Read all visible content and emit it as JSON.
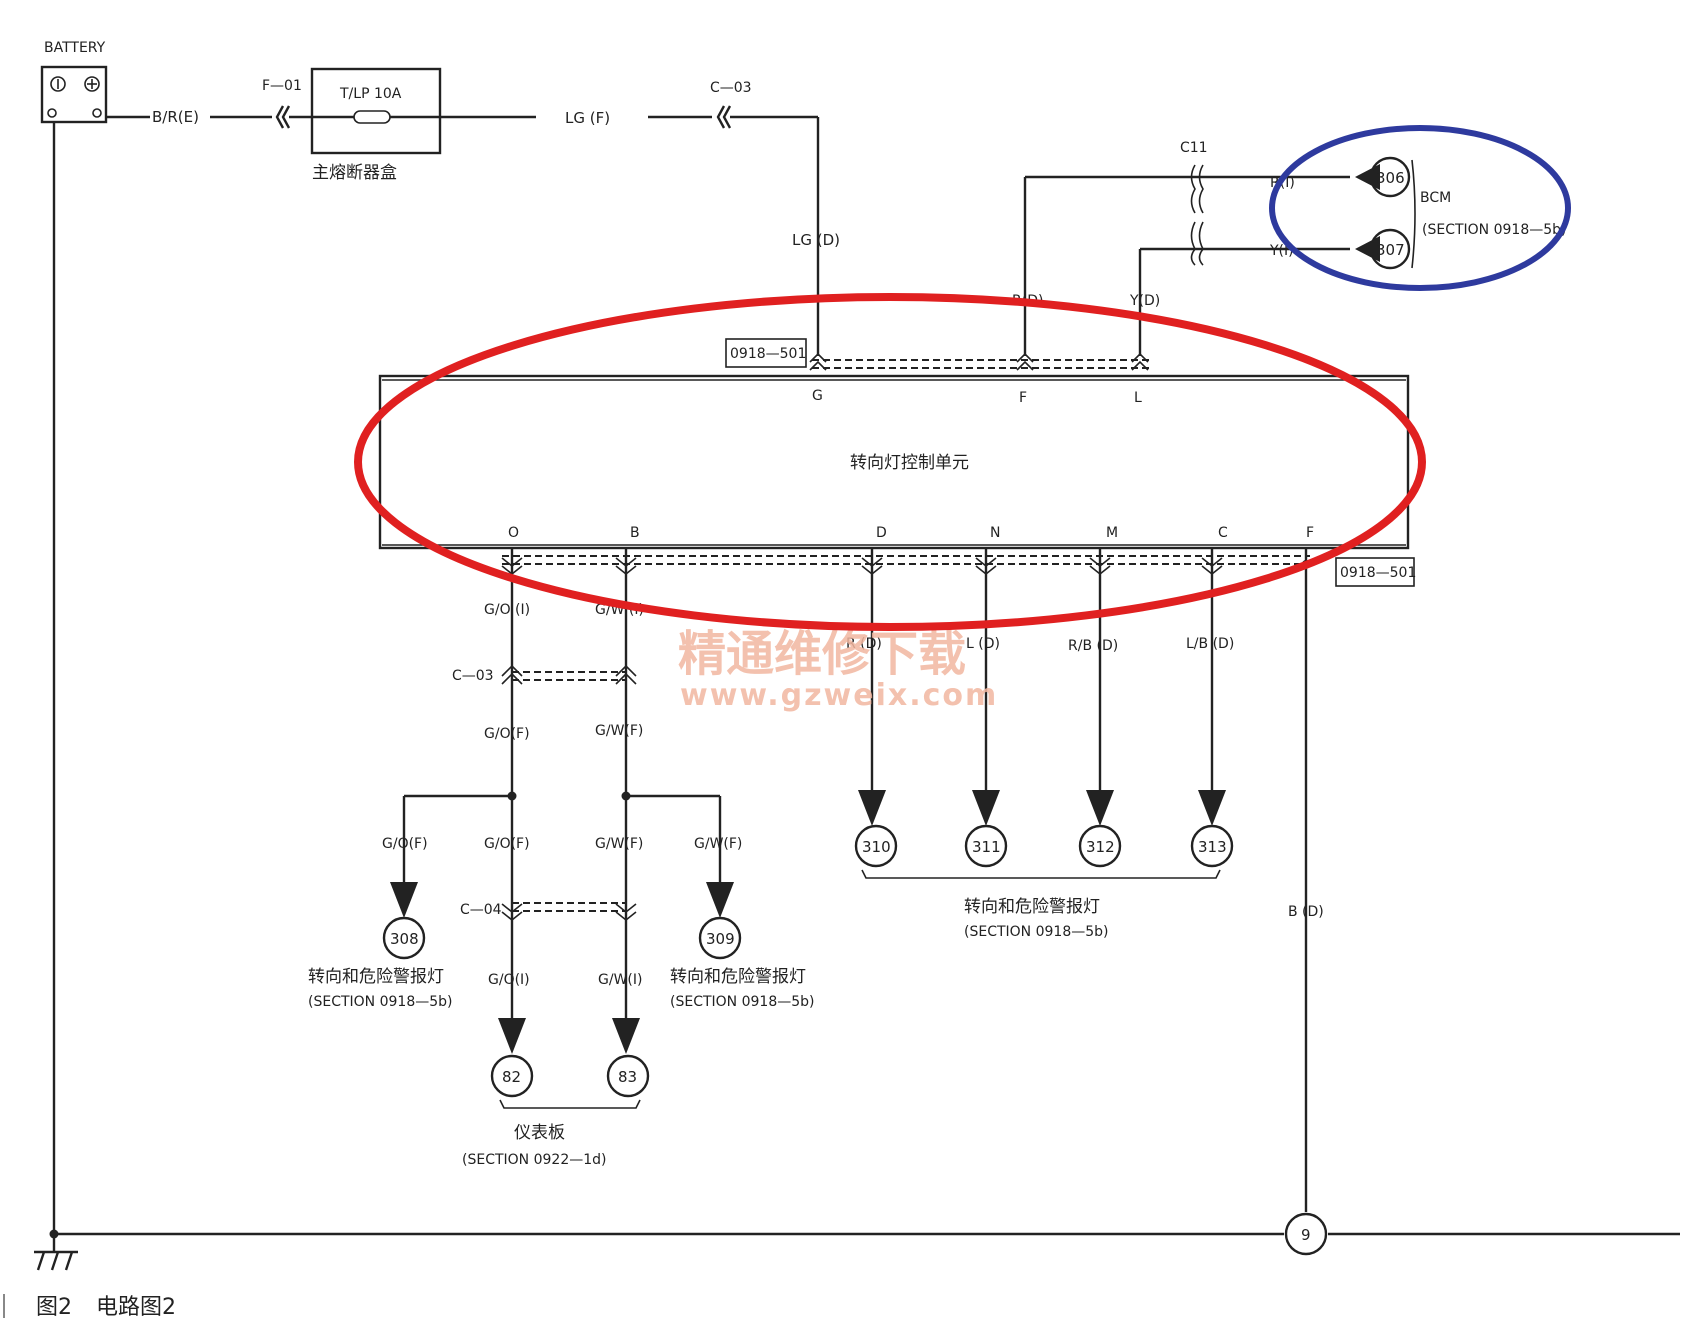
{
  "battery": {
    "label": "BATTERY"
  },
  "fuse": {
    "connector": "F—01",
    "label": "T/LP 10A",
    "box_name": "主熔断器盒"
  },
  "wires": {
    "battery_out": "B/R(E)",
    "lg_f": "LG  (F)",
    "lg_d": "LG  (D)",
    "c03_top": "C—03",
    "c11": "C11",
    "r_i": "R(I)",
    "y_i": "Y(I)",
    "r_d_top": "R(D)",
    "y_d": "Y(D)",
    "go_i": "G/O (I)",
    "gw_i": "G/W (I)",
    "c03_mid": "C—03",
    "go_f": "G/O(F)",
    "gw_f": "G/W(F)",
    "go_f_left": "G/O(F)",
    "go_f_mid": "G/O(F)",
    "gw_f_mid": "G/W(F)",
    "gw_f_right": "G/W(F)",
    "c04": "C—04",
    "go_i_bot": "G/O(I)",
    "gw_i_bot": "G/W(I)",
    "r_d": "R  (D)",
    "l_d": "L  (D)",
    "rb_d": "R/B (D)",
    "lb_d": "L/B (D)",
    "b_d": "B  (D)"
  },
  "unit": {
    "name": "转向灯控制单元",
    "connector_top": "0918—501",
    "connector_bottom": "0918—501",
    "top_pins": [
      "G",
      "F",
      "L"
    ],
    "bottom_pins": [
      "O",
      "B",
      "D",
      "N",
      "M",
      "C",
      "F"
    ]
  },
  "bcm": {
    "label": "BCM",
    "section": "(SECTION  0918—5b)",
    "pins": [
      "306",
      "307"
    ]
  },
  "terminals": {
    "t308": "308",
    "t309": "309",
    "t310": "310",
    "t311": "311",
    "t312": "312",
    "t313": "313",
    "t82": "82",
    "t83": "83",
    "ground": "9"
  },
  "groups": {
    "hazard_left_name": "转向和危险警报灯",
    "hazard_left_section": "(SECTION  0918—5b)",
    "hazard_mid_name": "转向和危险警报灯",
    "hazard_mid_section": "(SECTION  0918—5b)",
    "hazard_right_name": "转向和危险警报灯",
    "hazard_right_section": "(SECTION  0918—5b)",
    "cluster_name": "仪表板",
    "cluster_section": "(SECTION  0922—1d)"
  },
  "watermark": {
    "line1": "精通维修下载",
    "line2": "www.gzweix.com"
  },
  "caption": {
    "fig": "图2",
    "title": "电路图2"
  },
  "colors": {
    "highlight_red": "#e02020",
    "highlight_blue": "#2e3a9e",
    "watermark": "#f2b7a0"
  }
}
